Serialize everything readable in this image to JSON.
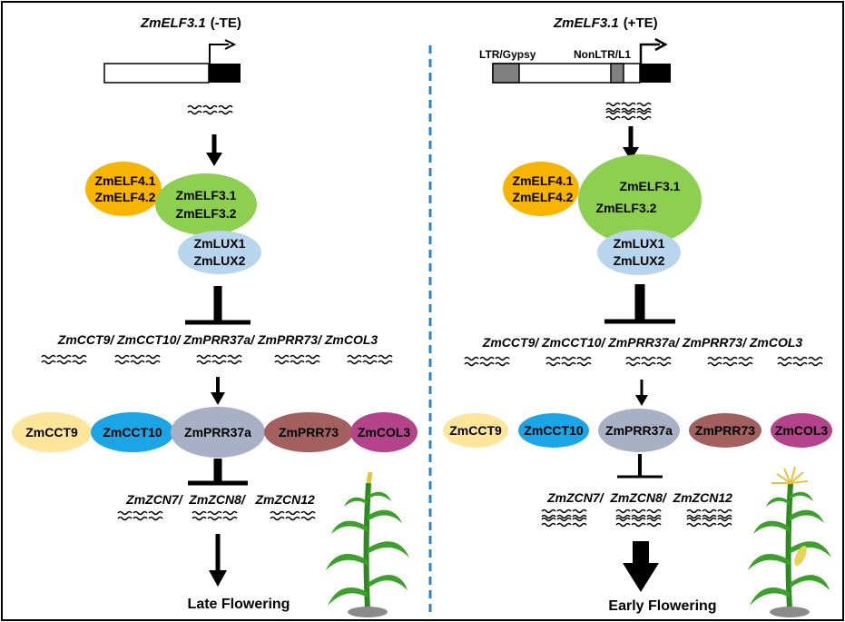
{
  "left": {
    "gene_title_name": "ZmELF3.1",
    "gene_title_suffix": "(-TE)",
    "complex": {
      "elf4": [
        "ZmELF4.1",
        "ZmELF4.2"
      ],
      "elf3": [
        "ZmELF3.1",
        "ZmELF3.2"
      ],
      "lux": [
        "ZmLUX1",
        "ZmLUX2"
      ]
    },
    "targets_line": "ZmCCT9/ ZmCCT10/ ZmPRR37a/ ZmPRR73/ ZmCOL3",
    "proteins": [
      "ZmCCT9",
      "ZmCCT10",
      "ZmPRR37a",
      "ZmPRR73",
      "ZmCOL3"
    ],
    "zcn_line": "ZmZCN7/  ZmZCN8/   ZmZCN12",
    "outcome": "Late Flowering"
  },
  "right": {
    "gene_title_name": "ZmELF3.1",
    "gene_title_suffix": "(+TE)",
    "te_labels": [
      "LTR/Gypsy",
      "NonLTR/L1"
    ],
    "complex": {
      "elf4": [
        "ZmELF4.1",
        "ZmELF4.2"
      ],
      "elf3": [
        "ZmELF3.1",
        "ZmELF3.2"
      ],
      "lux": [
        "ZmLUX1",
        "ZmLUX2"
      ]
    },
    "targets_line": "ZmCCT9/ ZmCCT10/ ZmPRR37a/ ZmPRR73/ ZmCOL3",
    "proteins": [
      "ZmCCT9",
      "ZmCCT10",
      "ZmPRR37a",
      "ZmPRR73",
      "ZmCOL3"
    ],
    "zcn_line": "ZmZCN7/  ZmZCN8/  ZmZCN12",
    "outcome": "Early Flowering"
  },
  "colors": {
    "elf4": "#f8b500",
    "elf3": "#8dcf4e",
    "lux": "#b8d5ee",
    "cct9": "#fde59a",
    "cct10": "#1aa6e6",
    "prr37a": "#a7b0c4",
    "prr73": "#a4605f",
    "col3": "#b5438c",
    "te_block": "#808080",
    "divider": "#2a86c8"
  }
}
